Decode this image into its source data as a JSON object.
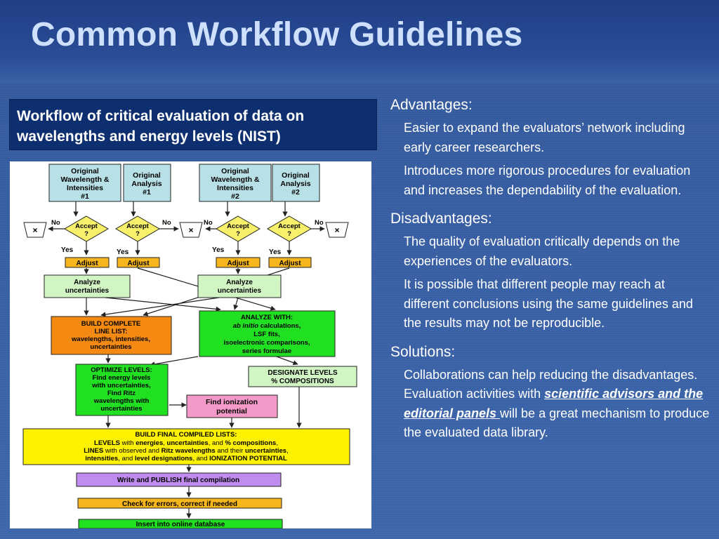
{
  "title": "Common Workflow Guidelines",
  "caption": "Workflow of critical evaluation of data on wavelengths and energy levels (NIST)",
  "flowchart": {
    "orig_wl_1": [
      "Original",
      "Wavelength &",
      "Intensities",
      "#1"
    ],
    "orig_an_1": [
      "Original",
      "Analysis",
      "#1"
    ],
    "orig_wl_2": [
      "Original",
      "Wavelength &",
      "Intensities",
      "#2"
    ],
    "orig_an_2": [
      "Original",
      "Analysis",
      "#2"
    ],
    "accept": [
      "Accept",
      "?"
    ],
    "no": "No",
    "yes": "Yes",
    "reject": "×",
    "adjust": "Adjust",
    "analyze_unc": [
      "Analyze",
      "uncertainties"
    ],
    "build_complete": [
      "BUILD COMPLETE",
      "LINE LIST:",
      "wavelengths, intensities,",
      "uncertainties"
    ],
    "analyze_with": [
      "ANALYZE WITH:",
      "ab initio",
      " calculations,",
      "LSF fits,",
      "isoelectronic comparisons,",
      "series formulae"
    ],
    "optimize": [
      "OPTIMIZE LEVELS:",
      "Find energy levels",
      "with uncertainties,",
      "Find Ritz",
      "wavelengths with",
      "uncertainties"
    ],
    "designate": [
      "DESIGNATE LEVELS",
      "% COMPOSITIONS"
    ],
    "ionization": [
      "Find ionization",
      "potential"
    ],
    "final_title": "BUILD FINAL COMPILED LISTS:",
    "final_l1": [
      "LEVELS",
      " with ",
      "energies",
      ", ",
      "uncertainties",
      ", and ",
      "% compositions",
      ","
    ],
    "final_l2": [
      "LINES",
      " with observed and ",
      "Ritz wavelengths",
      " and their ",
      "uncertainties",
      ","
    ],
    "final_l3": [
      "intensities",
      ", and ",
      "level designations",
      ", and ",
      "IONIZATION POTENTIAL"
    ],
    "publish": "Write and PUBLISH final compilation",
    "check": "Check for errors, correct if needed",
    "insert": "Insert into online database"
  },
  "advantages": {
    "heading": "Advantages:",
    "items": [
      "Easier to expand the evaluators’ network including early career researchers.",
      "Introduces more rigorous procedures for evaluation and increases the dependability of the evaluation."
    ]
  },
  "disadvantages": {
    "heading": "Disadvantages:",
    "items": [
      "The quality of evaluation critically depends on the experiences of the evaluators.",
      "It is possible that different people may reach at different conclusions using the same guidelines and the results may not be reproducible."
    ]
  },
  "solutions": {
    "heading": "Solutions:",
    "text_before": "Collaborations can help reducing the disadvantages. Evaluation activities with ",
    "emphasis": "scientific advisors and the editorial panels ",
    "text_after": "will be a great mechanism to produce the evaluated data library."
  },
  "colors": {
    "title": "#cfe0ff",
    "caption_bg": "#0d2f6f",
    "box_source": "#b7e1e6",
    "box_adjust": "#f7b61c",
    "box_orange": "#f58a12",
    "box_green": "#21e021",
    "box_lightgreen": "#d2f5c4",
    "box_pink": "#f49ac8",
    "box_yellow": "#fff200",
    "box_purple": "#c18cf0",
    "diamond": "#f8ef6a"
  }
}
